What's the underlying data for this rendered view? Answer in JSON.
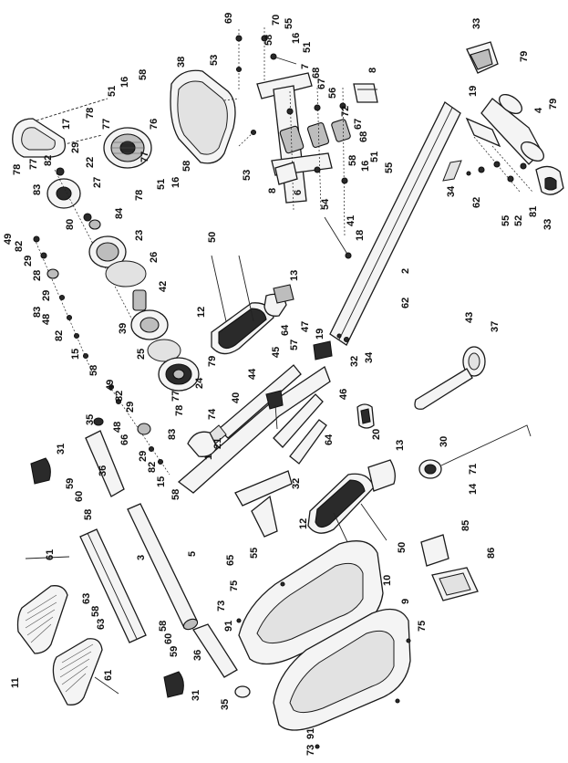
{
  "callouts": [
    {
      "id": "c69",
      "text": "69"
    },
    {
      "id": "c70",
      "text": "70"
    },
    {
      "id": "c58a",
      "text": "58"
    },
    {
      "id": "c55a",
      "text": "55"
    },
    {
      "id": "c16a",
      "text": "16"
    },
    {
      "id": "c51a",
      "text": "51"
    },
    {
      "id": "c7",
      "text": "7"
    },
    {
      "id": "c68a",
      "text": "68"
    },
    {
      "id": "c67a",
      "text": "67"
    },
    {
      "id": "c56",
      "text": "56"
    },
    {
      "id": "c72",
      "text": "72"
    },
    {
      "id": "c67b",
      "text": "67"
    },
    {
      "id": "c68b",
      "text": "68"
    },
    {
      "id": "c51b",
      "text": "51"
    },
    {
      "id": "c58b",
      "text": "58"
    },
    {
      "id": "c16b",
      "text": "16"
    },
    {
      "id": "c55b",
      "text": "55"
    },
    {
      "id": "c8a",
      "text": "8"
    },
    {
      "id": "c8b",
      "text": "8"
    },
    {
      "id": "c6",
      "text": "6"
    },
    {
      "id": "c54",
      "text": "54"
    },
    {
      "id": "c41",
      "text": "41"
    },
    {
      "id": "c18",
      "text": "18"
    },
    {
      "id": "c53a",
      "text": "53"
    },
    {
      "id": "c53b",
      "text": "53"
    },
    {
      "id": "c38",
      "text": "38"
    },
    {
      "id": "c33a",
      "text": "33"
    },
    {
      "id": "c79a",
      "text": "79"
    },
    {
      "id": "c79b",
      "text": "79"
    },
    {
      "id": "c19a",
      "text": "19"
    },
    {
      "id": "c4",
      "text": "4"
    },
    {
      "id": "c34a",
      "text": "34"
    },
    {
      "id": "c62a",
      "text": "62"
    },
    {
      "id": "c55c",
      "text": "55"
    },
    {
      "id": "c52",
      "text": "52"
    },
    {
      "id": "c81",
      "text": "81"
    },
    {
      "id": "c33b",
      "text": "33"
    },
    {
      "id": "c2",
      "text": "2"
    },
    {
      "id": "c62b",
      "text": "62"
    },
    {
      "id": "c32a",
      "text": "32"
    },
    {
      "id": "c34b",
      "text": "34"
    },
    {
      "id": "c43",
      "text": "43"
    },
    {
      "id": "c37",
      "text": "37"
    },
    {
      "id": "c51c",
      "text": "51"
    },
    {
      "id": "c16c",
      "text": "16"
    },
    {
      "id": "c58c",
      "text": "58"
    },
    {
      "id": "c78a",
      "text": "78"
    },
    {
      "id": "c77a",
      "text": "77"
    },
    {
      "id": "c76",
      "text": "76"
    },
    {
      "id": "c17",
      "text": "17"
    },
    {
      "id": "c78b",
      "text": "78"
    },
    {
      "id": "c29a",
      "text": "29"
    },
    {
      "id": "c82a",
      "text": "82"
    },
    {
      "id": "c77b",
      "text": "77"
    },
    {
      "id": "c83a",
      "text": "83"
    },
    {
      "id": "c22",
      "text": "22"
    },
    {
      "id": "c27",
      "text": "27"
    },
    {
      "id": "c77c",
      "text": "77"
    },
    {
      "id": "c58d",
      "text": "58"
    },
    {
      "id": "c16d",
      "text": "16"
    },
    {
      "id": "c51d",
      "text": "51"
    },
    {
      "id": "c78c",
      "text": "78"
    },
    {
      "id": "c80",
      "text": "80"
    },
    {
      "id": "c84",
      "text": "84"
    },
    {
      "id": "c23",
      "text": "23"
    },
    {
      "id": "c26",
      "text": "26"
    },
    {
      "id": "c42",
      "text": "42"
    },
    {
      "id": "c49a",
      "text": "49"
    },
    {
      "id": "c82b",
      "text": "82"
    },
    {
      "id": "c29b",
      "text": "29"
    },
    {
      "id": "c28",
      "text": "28"
    },
    {
      "id": "c29c",
      "text": "29"
    },
    {
      "id": "c83b",
      "text": "83"
    },
    {
      "id": "c48",
      "text": "48"
    },
    {
      "id": "c82c",
      "text": "82"
    },
    {
      "id": "c15a",
      "text": "15"
    },
    {
      "id": "c50a",
      "text": "50"
    },
    {
      "id": "c13a",
      "text": "13"
    },
    {
      "id": "c12a",
      "text": "12"
    },
    {
      "id": "c47",
      "text": "47"
    },
    {
      "id": "c19b",
      "text": "19"
    },
    {
      "id": "c39",
      "text": "39"
    },
    {
      "id": "c25",
      "text": "25"
    },
    {
      "id": "c64a",
      "text": "64"
    },
    {
      "id": "c57",
      "text": "57"
    },
    {
      "id": "c45",
      "text": "45"
    },
    {
      "id": "c79c",
      "text": "79"
    },
    {
      "id": "c24",
      "text": "24"
    },
    {
      "id": "c44",
      "text": "44"
    },
    {
      "id": "c58e",
      "text": "58"
    },
    {
      "id": "c49b",
      "text": "49"
    },
    {
      "id": "c82d",
      "text": "82"
    },
    {
      "id": "c29d",
      "text": "29"
    },
    {
      "id": "c77d",
      "text": "77"
    },
    {
      "id": "c78d",
      "text": "78"
    },
    {
      "id": "c40",
      "text": "40"
    },
    {
      "id": "c74",
      "text": "74"
    },
    {
      "id": "c46",
      "text": "46"
    },
    {
      "id": "c35a",
      "text": "35"
    },
    {
      "id": "c48b",
      "text": "48"
    },
    {
      "id": "c66",
      "text": "66"
    },
    {
      "id": "c21",
      "text": "21"
    },
    {
      "id": "c83c",
      "text": "83"
    },
    {
      "id": "c20",
      "text": "20"
    },
    {
      "id": "c64b",
      "text": "64"
    },
    {
      "id": "c29e",
      "text": "29"
    },
    {
      "id": "c82e",
      "text": "82"
    },
    {
      "id": "c15b",
      "text": "15"
    },
    {
      "id": "c1",
      "text": "1"
    },
    {
      "id": "c58f",
      "text": "58"
    },
    {
      "id": "c32b",
      "text": "32"
    },
    {
      "id": "c13b",
      "text": "13"
    },
    {
      "id": "c30",
      "text": "30"
    },
    {
      "id": "c31a",
      "text": "31"
    },
    {
      "id": "c36a",
      "text": "36"
    },
    {
      "id": "c59a",
      "text": "59"
    },
    {
      "id": "c60a",
      "text": "60"
    },
    {
      "id": "c58g",
      "text": "58"
    },
    {
      "id": "c12b",
      "text": "12"
    },
    {
      "id": "c71",
      "text": "71"
    },
    {
      "id": "c14",
      "text": "14"
    },
    {
      "id": "c65",
      "text": "65"
    },
    {
      "id": "c55d",
      "text": "55"
    },
    {
      "id": "c50b",
      "text": "50"
    },
    {
      "id": "c85",
      "text": "85"
    },
    {
      "id": "c5",
      "text": "5"
    },
    {
      "id": "c3",
      "text": "3"
    },
    {
      "id": "c61a",
      "text": "61"
    },
    {
      "id": "c10",
      "text": "10"
    },
    {
      "id": "c86",
      "text": "86"
    },
    {
      "id": "c63a",
      "text": "63"
    },
    {
      "id": "c58h",
      "text": "58"
    },
    {
      "id": "c63b",
      "text": "63"
    },
    {
      "id": "c75a",
      "text": "75"
    },
    {
      "id": "c73a",
      "text": "73"
    },
    {
      "id": "c91a",
      "text": "91"
    },
    {
      "id": "c9",
      "text": "9"
    },
    {
      "id": "c58i",
      "text": "58"
    },
    {
      "id": "c60b",
      "text": "60"
    },
    {
      "id": "c59b",
      "text": "59"
    },
    {
      "id": "c75b",
      "text": "75"
    },
    {
      "id": "c36b",
      "text": "36"
    },
    {
      "id": "c11",
      "text": "11"
    },
    {
      "id": "c61b",
      "text": "61"
    },
    {
      "id": "c31b",
      "text": "31"
    },
    {
      "id": "c35b",
      "text": "35"
    },
    {
      "id": "c91b",
      "text": "91"
    },
    {
      "id": "c73b",
      "text": "73"
    }
  ]
}
